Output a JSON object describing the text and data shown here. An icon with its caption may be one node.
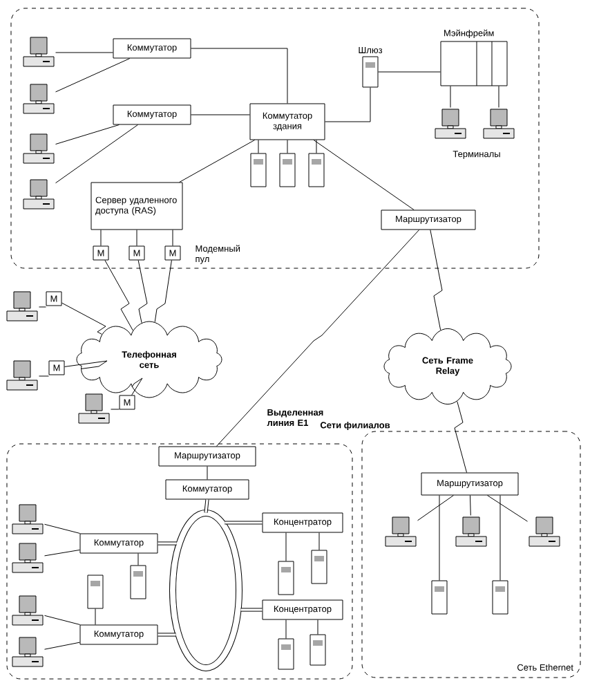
{
  "diagram": {
    "nodes": [
      {
        "text": [],
        "shape": "box"
      },
      {
        "text": [],
        "shape": "computer",
        "in": 0
      },
      {
        "text": [],
        "shape": "computer",
        "in": 0
      },
      {
        "text": [],
        "shape": "computer",
        "in": 0
      },
      {
        "text": [],
        "shape": "computer",
        "in": 0
      },
      {
        "text": [
          "Коммутатор"
        ],
        "in": 0
      },
      {
        "text": [
          "Коммутатор"
        ],
        "in": 0
      },
      {
        "text": [
          "Коммутатор здания"
        ],
        "in": 0
      },
      {
        "text": [],
        "shape": "server",
        "in": 0
      },
      {
        "text": [],
        "shape": "server",
        "in": 0
      },
      {
        "text": [],
        "shape": "server",
        "in": 0
      },
      {
        "text": [
          "Шлюз"
        ],
        "in": 0
      },
      {
        "text": [
          "Мэйнфрейм"
        ],
        "in": 0
      },
      {
        "text": [],
        "shape": "computer",
        "in": 0
      },
      {
        "text": [],
        "shape": "computer",
        "in": 0
      },
      {
        "text": [
          "Сервер удаленного доступа (RAS)"
        ],
        "in": 0
      },
      {
        "text": [
          "M"
        ],
        "in": 0
      },
      {
        "text": [
          "M"
        ],
        "in": 0
      },
      {
        "text": [
          "M"
        ],
        "in": 0
      },
      {
        "text": [
          "Маршрутизатор"
        ],
        "in": 0
      },
      {
        "text": [
          "Телефонная сеть"
        ]
      },
      {
        "text": [],
        "shape": "computer"
      },
      {
        "text": [
          "M"
        ]
      },
      {
        "text": [],
        "shape": "computer"
      },
      {
        "text": [
          "M"
        ]
      },
      {
        "text": [],
        "shape": "computer"
      },
      {
        "text": [
          "M"
        ]
      },
      {
        "text": [
          "Сеть Frame Relay"
        ]
      },
      {
        "text": [],
        "shape": "box"
      },
      {
        "text": [
          "Маршрутизатор"
        ],
        "in": 28
      },
      {
        "text": [
          "Коммутатор"
        ],
        "in": 28
      },
      {
        "text": [],
        "shape": "ring",
        "in": 28
      },
      {
        "text": [
          "Коммутатор"
        ],
        "in": 28
      },
      {
        "text": [
          "Коммутатор"
        ],
        "in": 28
      },
      {
        "text": [
          "Концентратор"
        ],
        "in": 28
      },
      {
        "text": [
          "Концентратор"
        ],
        "in": 28
      },
      {
        "text": [],
        "shape": "computer",
        "in": 28
      },
      {
        "text": [],
        "shape": "computer",
        "in": 28
      },
      {
        "text": [],
        "shape": "computer",
        "in": 28
      },
      {
        "text": [],
        "shape": "computer",
        "in": 28
      },
      {
        "text": [],
        "shape": "server",
        "in": 28
      },
      {
        "text": [],
        "shape": "server",
        "in": 28
      },
      {
        "text": [],
        "shape": "server",
        "in": 28
      },
      {
        "text": [],
        "shape": "server",
        "in": 28
      },
      {
        "text": [],
        "shape": "server",
        "in": 28
      },
      {
        "text": [],
        "shape": "server",
        "in": 28
      },
      {
        "text": [
          "Сеть Ethernet"
        ]
      },
      {
        "text": [
          "Маршрутизатор"
        ],
        "in": 46
      },
      {
        "text": [],
        "shape": "computer",
        "in": 46
      },
      {
        "text": [],
        "shape": "computer",
        "in": 46
      },
      {
        "text": [],
        "shape": "computer",
        "in": 46
      },
      {
        "text": [],
        "shape": "server",
        "in": 46
      },
      {
        "text": [],
        "shape": "server",
        "in": 46
      }
    ],
    "edges": [
      {
        "from": 1,
        "to": 5,
        "arrow": "none"
      },
      {
        "from": 2,
        "to": 5,
        "arrow": "none"
      },
      {
        "from": 3,
        "to": 6,
        "arrow": "none"
      },
      {
        "from": 4,
        "to": 6,
        "arrow": "none"
      },
      {
        "from": 5,
        "to": 7,
        "arrow": "none"
      },
      {
        "from": 6,
        "to": 7,
        "arrow": "none"
      },
      {
        "from": 15,
        "to": 7,
        "arrow": "none"
      },
      {
        "from": 7,
        "to": 8,
        "arrow": "none"
      },
      {
        "from": 7,
        "to": 9,
        "arrow": "none"
      },
      {
        "from": 7,
        "to": 10,
        "arrow": "none"
      },
      {
        "from": 7,
        "to": 11,
        "arrow": "none"
      },
      {
        "from": 11,
        "to": 12,
        "arrow": "none"
      },
      {
        "from": 12,
        "to": 13,
        "arrow": "none"
      },
      {
        "from": 12,
        "to": 14,
        "arrow": "none"
      },
      {
        "from": 7,
        "to": 19,
        "arrow": "none"
      },
      {
        "from": 15,
        "to": 16,
        "arrow": "none"
      },
      {
        "from": 15,
        "to": 17,
        "arrow": "none"
      },
      {
        "from": 15,
        "to": 18,
        "arrow": "none"
      },
      {
        "from": 16,
        "to": 20,
        "arrow": "none"
      },
      {
        "from": 17,
        "to": 20,
        "arrow": "none"
      },
      {
        "from": 18,
        "to": 20,
        "arrow": "none"
      },
      {
        "from": 21,
        "to": 22,
        "arrow": "none"
      },
      {
        "from": 22,
        "to": 20,
        "arrow": "none"
      },
      {
        "from": 23,
        "to": 24,
        "arrow": "none"
      },
      {
        "from": 24,
        "to": 20,
        "arrow": "none"
      },
      {
        "from": 25,
        "to": 26,
        "arrow": "none"
      },
      {
        "from": 26,
        "to": 20,
        "arrow": "none"
      },
      {
        "from": 19,
        "to": 27,
        "arrow": "none"
      },
      {
        "from": 19,
        "to": 29,
        "arrow": "none"
      },
      {
        "from": 27,
        "to": 47,
        "arrow": "none"
      },
      {
        "from": 29,
        "to": 30,
        "arrow": "none"
      },
      {
        "from": 30,
        "to": 31,
        "arrow": "none",
        "style": "thick"
      },
      {
        "from": 31,
        "to": 32,
        "arrow": "none",
        "style": "thick"
      },
      {
        "from": 31,
        "to": 33,
        "arrow": "none",
        "style": "thick"
      },
      {
        "from": 31,
        "to": 34,
        "arrow": "none",
        "style": "thick"
      },
      {
        "from": 31,
        "to": 35,
        "arrow": "none",
        "style": "thick"
      },
      {
        "from": 36,
        "to": 32,
        "arrow": "none"
      },
      {
        "from": 37,
        "to": 32,
        "arrow": "none"
      },
      {
        "from": 38,
        "to": 33,
        "arrow": "none"
      },
      {
        "from": 39,
        "to": 33,
        "arrow": "none"
      },
      {
        "from": 32,
        "to": 41,
        "arrow": "none"
      },
      {
        "from": 33,
        "to": 40,
        "arrow": "none"
      },
      {
        "from": 34,
        "to": 42,
        "arrow": "none"
      },
      {
        "from": 34,
        "to": 43,
        "arrow": "none"
      },
      {
        "from": 35,
        "to": 44,
        "arrow": "none"
      },
      {
        "from": 35,
        "to": 45,
        "arrow": "none"
      },
      {
        "from": 47,
        "to": 48,
        "arrow": "none"
      },
      {
        "from": 47,
        "to": 49,
        "arrow": "none"
      },
      {
        "from": 47,
        "to": 50,
        "arrow": "none"
      },
      {
        "from": 47,
        "to": 51,
        "arrow": "none"
      },
      {
        "from": 47,
        "to": 52,
        "arrow": "none"
      }
    ],
    "labels": [
      "Терминалы",
      "Модемный пул",
      "Выделенная линия E1",
      "Сети филиалов"
    ]
  }
}
